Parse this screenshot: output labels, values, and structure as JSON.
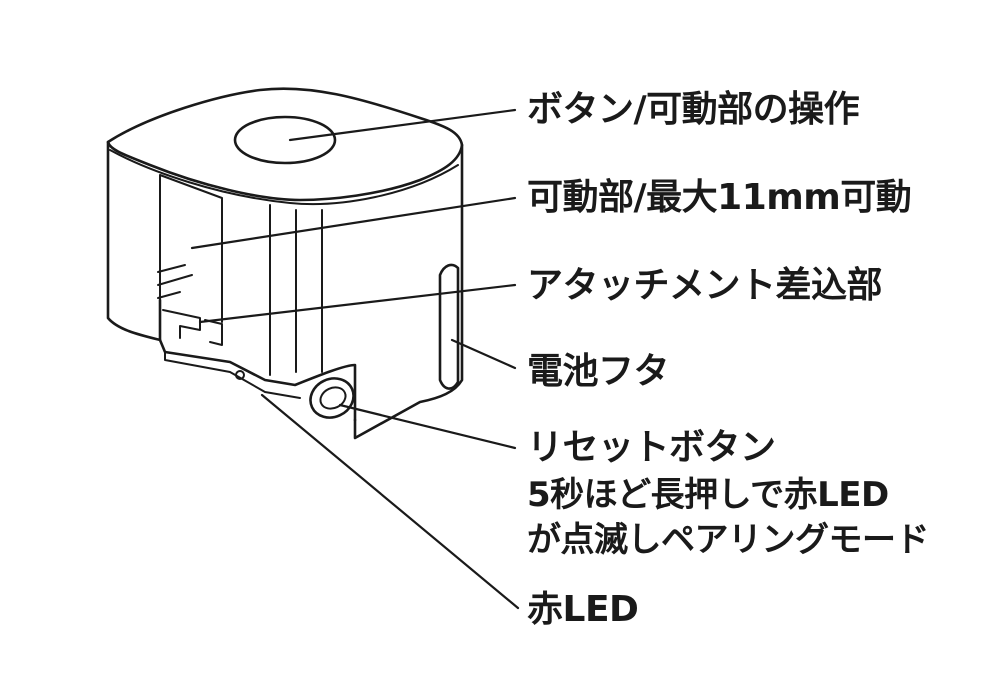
{
  "labels": {
    "button": "ボタン/可動部の操作",
    "movable": "可動部/最大11mm可動",
    "attachment": "アタッチメント差込部",
    "battery": "電池フタ",
    "reset": {
      "line1": "リセットボタン",
      "line2": "5秒ほど長押しで赤LED",
      "line3": "が点滅しペアリングモード"
    },
    "led": "赤LED"
  },
  "colors": {
    "ink": "#1a1a1a",
    "background": "#ffffff"
  }
}
